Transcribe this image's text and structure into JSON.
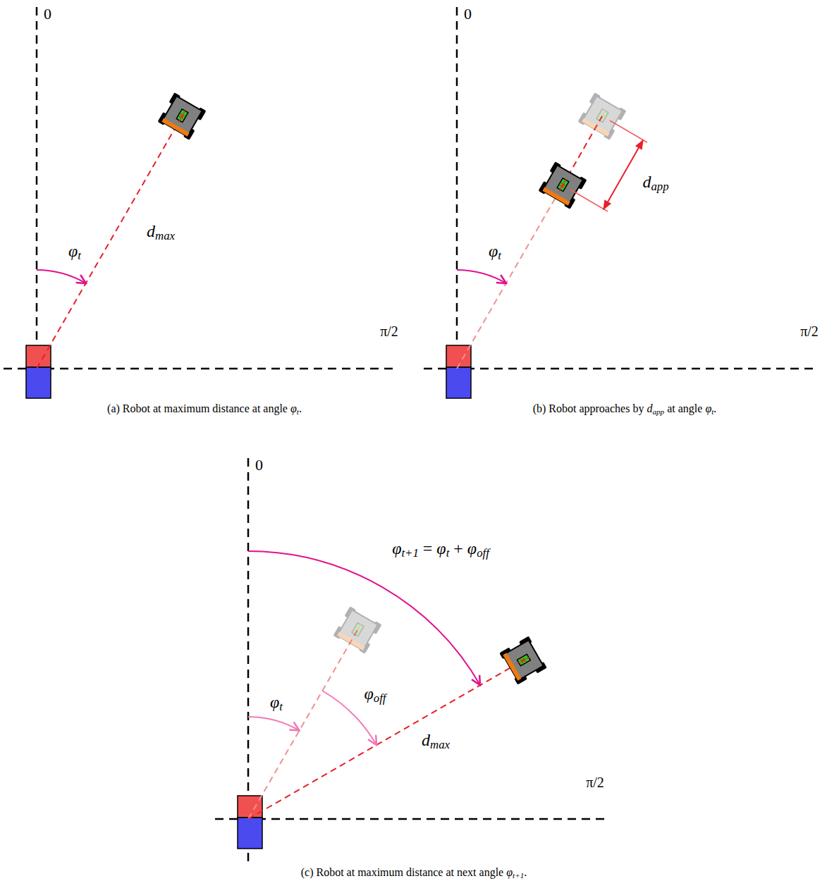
{
  "diagram": {
    "labels": [
      "0",
      "π/2",
      "φt",
      "dmax",
      "(a) Robot at maximum distance at angle φt.",
      "0",
      "π/2",
      "φt",
      "dapp",
      "(b) Robot approaches by dapp at angle φt.",
      "0",
      "π/2",
      "φt+1 = φt + φoff",
      "φt",
      "φoff",
      "dmax",
      "(c) Robot at maximum distance at next angle φt+1."
    ]
  }
}
